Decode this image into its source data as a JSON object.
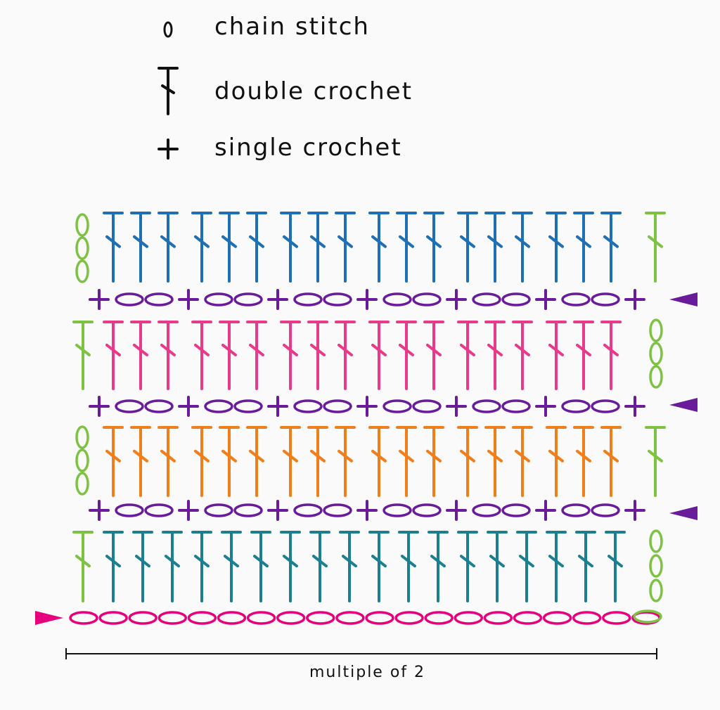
{
  "legend": {
    "chain_stitch": "chain stitch",
    "double_crochet": "double crochet",
    "single_crochet": "single crochet"
  },
  "footer": {
    "repeat_label": "multiple of 2"
  },
  "colors": {
    "legend": "#111111",
    "turning": "#7dc242",
    "row_pink": "#e6007e",
    "row_teal": "#1b7f8f",
    "row_purple": "#6a1b9a",
    "row_orange": "#f07e1b",
    "row_magenta": "#e8398a",
    "row_blue": "#1f6fb5",
    "arrow_purple": "#6a1b9a",
    "arrow_pink": "#e6007e"
  },
  "rows": [
    {
      "row": "foundation",
      "color": "row_pink",
      "stitches": "chain",
      "count": 20
    },
    {
      "row": 1,
      "color": "row_teal",
      "stitches": "double crochet",
      "count": 18
    },
    {
      "row": 2,
      "color": "row_purple",
      "stitches": "single crochet + chain 2",
      "groups": 7
    },
    {
      "row": 3,
      "color": "row_orange",
      "stitches": "3 double crochet groups",
      "groups": 6
    },
    {
      "row": 4,
      "color": "row_purple",
      "stitches": "single crochet + chain 2",
      "groups": 7
    },
    {
      "row": 5,
      "color": "row_magenta",
      "stitches": "3 double crochet groups",
      "groups": 6
    },
    {
      "row": 6,
      "color": "row_purple",
      "stitches": "single crochet + chain 2",
      "groups": 7
    },
    {
      "row": 7,
      "color": "row_blue",
      "stitches": "3 double crochet groups",
      "groups": 6
    }
  ]
}
